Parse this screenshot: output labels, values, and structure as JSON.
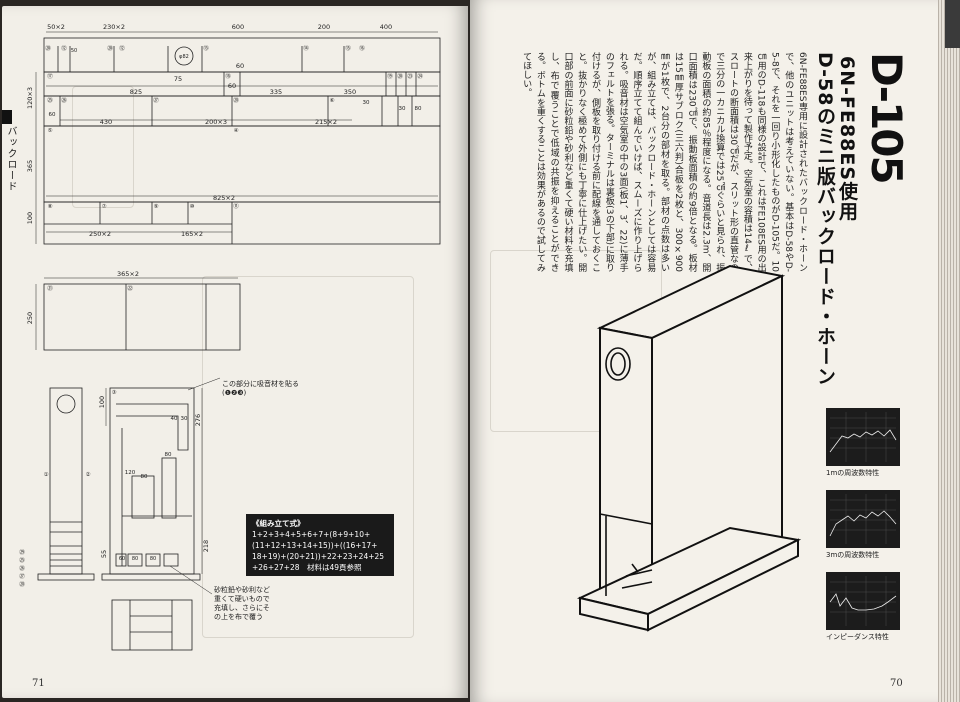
{
  "left_page": {
    "side_label": "バックロード",
    "page_number": "71",
    "dimensions": {
      "top_row": [
        "50×2",
        "230×2",
        "600",
        "200",
        "400"
      ],
      "hole": "φ82",
      "d50": "50",
      "d75": "75",
      "d60a": "60",
      "d60b": "60",
      "d825a": "825",
      "d335": "335",
      "d350": "350",
      "d30a": "30",
      "d30b": "30",
      "d80": "80",
      "d120x3": "120×3",
      "d60c": "60",
      "d430": "430",
      "d200x3": "200×3",
      "d215x2": "215×2",
      "d365": "365",
      "d825x2": "825×2",
      "d100": "100",
      "d250x2": "250×2",
      "d165x2": "165×2",
      "d365x2": "365×2",
      "d250": "250",
      "s100": "100",
      "s40": "40",
      "s30": "30",
      "s276": "276",
      "s120": "120",
      "s80a": "80",
      "s80b": "80",
      "s55": "55",
      "s60": "60",
      "s80c": "80",
      "s80d": "80",
      "s218": "218"
    },
    "part_numbers": {
      "top": [
        "⑳",
        "⑫",
        "⑳",
        "⑫",
        "⑬",
        "⑭",
        "⑮",
        "⑯"
      ],
      "row2": [
        "⑰",
        "⑱",
        "⑲",
        "⑳",
        "㉓",
        "㉔",
        "㉕",
        "㉖",
        "㉗",
        "㉘"
      ],
      "row3": [
        "⑥",
        "⑤",
        "④",
        "⑧",
        "⑦",
        "⑨",
        "⑩",
        "⑪",
        "㉑",
        "㉒"
      ],
      "row4": [
        "①",
        "②",
        "③"
      ],
      "side": [
        "㉙",
        "㉕",
        "㉖",
        "㉗",
        "㉘"
      ]
    },
    "note_absorb": "この部分に吸音材を貼る",
    "note_absorb_parts": "(❶❷❸)",
    "note_sand": [
      "砂粒鉛や砂利など",
      "重くて硬いもので",
      "充填し、さらにそ",
      "の上を布で覆う"
    ],
    "assembly": {
      "title": "《組み立て式》",
      "lines": [
        "1+2+3+4+5+6+7+(8+9+10+",
        "(11+12+13+14+15))+((16+17+",
        "18+19)+(20+21))+22+23+24+25",
        "+26+27+28　材料は49頁参照"
      ]
    }
  },
  "right_page": {
    "page_number": "70",
    "title": "D-105",
    "subtitle1": "6N-FE88ES使用",
    "subtitle2": "D-58のミニ版バックロード・ホーン",
    "body": "6N-FE88ES専用に設計されたバックロード・ホーンで、他のユニットは考えていない。基本はD-58やD-5-8で、それを一回り小形化したものがD-105だ。10㎝用のD-118も同様の設計で、これはFE108ES用の出来上がりを待って製作予定。空気室の容積は14ℓで、スロートの断面積は30㎠だが、スリット形の直管なので三分の一カニカル換算では25㎠ぐらいと見られ、振動板の面積の約85％程度になる。音道長は2.3m、開口面積は230㎠で、振動板面積の約9倍となる。板材は15㎜厚サブロク(三六判)合板を2枚と、300×900㎜が1枚で、2台分の部材を取る。部材の点数は多いが、組み立ては、バックロード・ホーンとしては容易だ。順序立てて組んでいけば、スムーズに作り上げられる。吸音材は空気室の中の3面(板1、3、22)に薄手のフェルトを張る。ターミナルは裏板(3の下部)に取り付けるが、側板を取り付ける前に配線を通しておくこと。抜かりなく極めて外側にも丁寧に仕上げたい。開口部の前面に砂粒鉛や砂利など重くて硬い材料を充填し、布で覆うことで低域の共振を抑えることができる。ボトムを重くすることは効果があるので試してみてほしい。",
    "graph_captions": [
      "1mの周波数特性",
      "3mの周波数特性",
      "インピーダンス特性"
    ]
  }
}
